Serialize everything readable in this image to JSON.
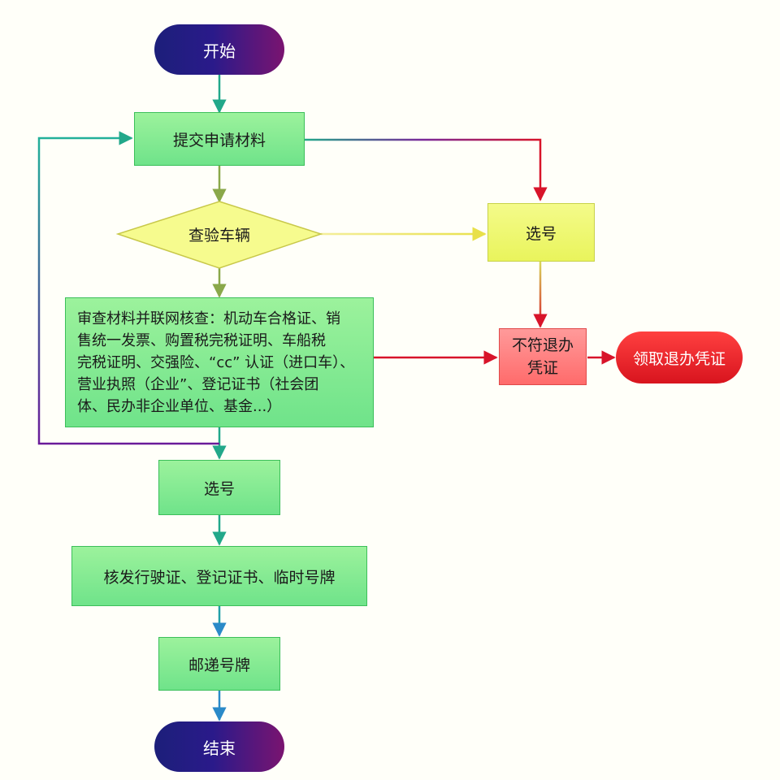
{
  "nodes": {
    "start": "开始",
    "submit": "提交申请材料",
    "inspect": "查验车辆",
    "select_right": "选号",
    "review": "审查材料并联网核查：机动车合格证、销售统一发票、购置税完税证明、车船税完税证明、交强险、“cc” 认证（进口车）、营业执照（企业”、登记证书（社会团体、民办非企业单位、基金...）",
    "review_lines": [
      "审查材料并联网核查：机动车合格证、销",
      "售统一发票、购置税完税证明、车船税",
      "完税证明、交强险、“cc” 认证（进口车）、",
      "营业执照（企业”、登记证书（社会团",
      "体、民办非企业单位、基金...）"
    ],
    "reject": "不符退办凭证",
    "reject_lines": [
      "不符退办",
      "凭证"
    ],
    "receive": "领取退办凭证",
    "select_main": "选号",
    "issue": "核发行驶证、登记证书、临时号牌",
    "mail": "邮递号牌",
    "end": "结束"
  },
  "colors": {
    "terminal": "#1c1f7a",
    "process_green": "#7fe88f",
    "decision_yellow": "#f6fb8e",
    "reject_red": "#ff7a7a",
    "receive_red": "#e01e26",
    "edge_teal": "#22a88a",
    "edge_red": "#d8142a",
    "edge_purple": "#6a2a9a",
    "edge_yellow": "#f0e860"
  }
}
